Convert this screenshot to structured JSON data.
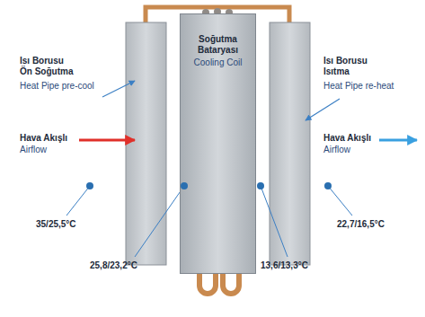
{
  "diagram": {
    "nodes": [
      {
        "text": [
          "Soğutma Bataryası",
          "Cooling Coil"
        ]
      }
    ],
    "labels": [
      "Isı Borusu Ön Soğutma",
      "Heat Pipe pre-cool",
      "Isı Borusu Isıtma",
      "Heat Pipe re-heat",
      "Hava Akışlı",
      "Airflow",
      "Hava Akışlı",
      "Airflow",
      "35/25,5°C",
      "25,8/23,2°C",
      "13,6/13,3°C",
      "22,7/16,5°C"
    ]
  }
}
